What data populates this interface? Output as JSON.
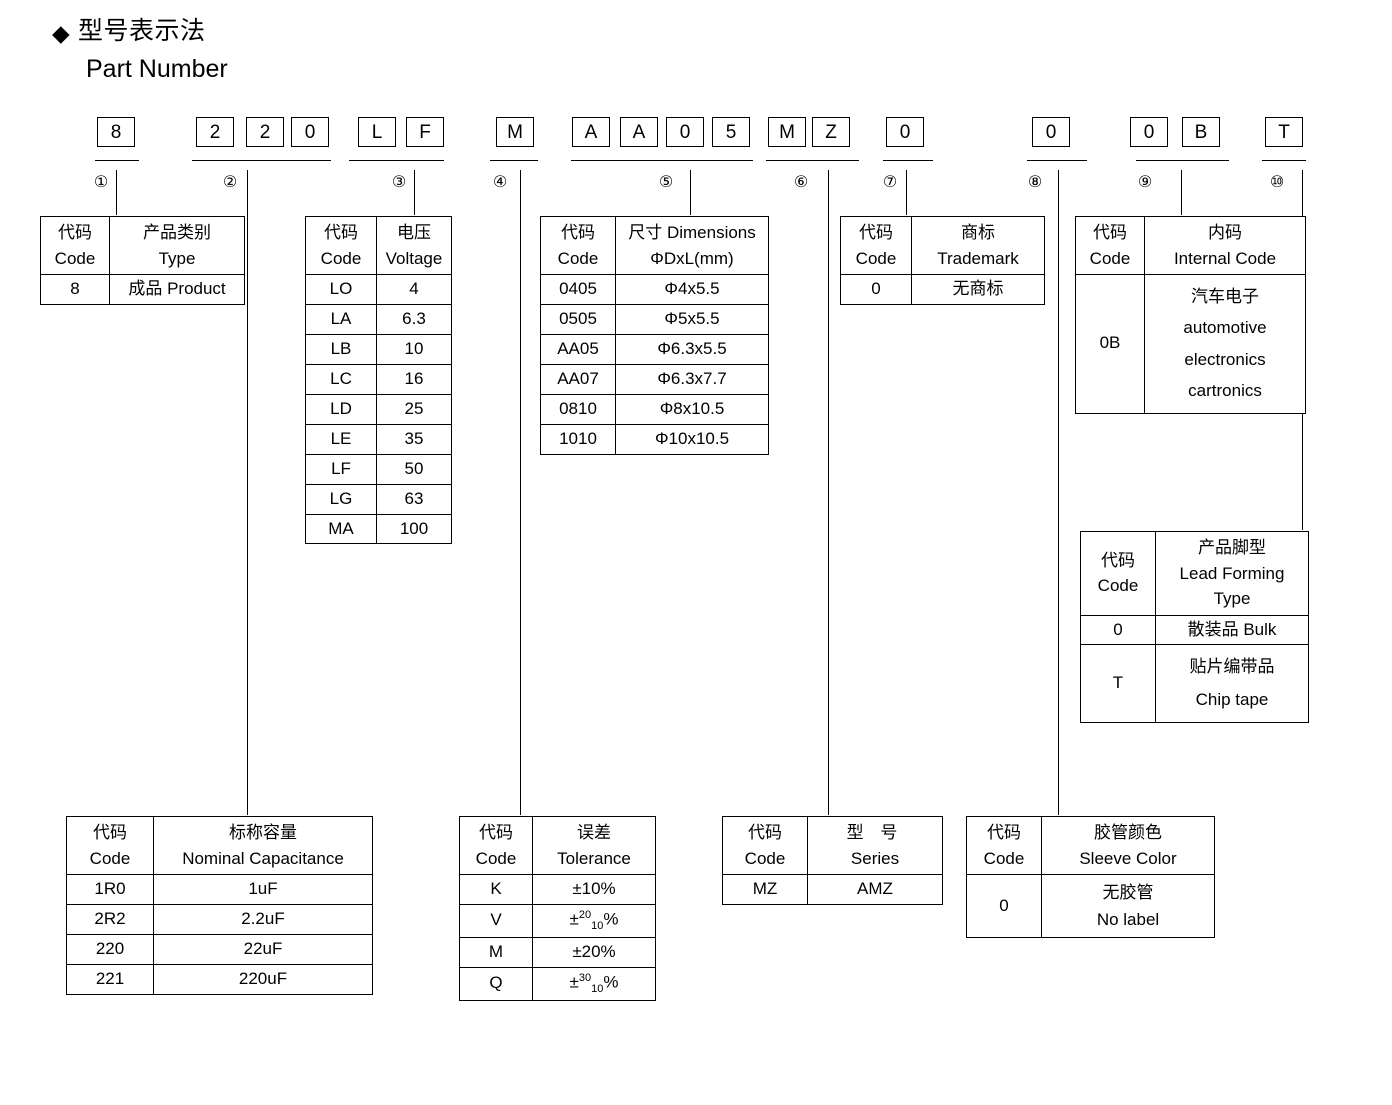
{
  "header": {
    "diamond": "◆",
    "title_cn": "型号表示法",
    "title_en": "Part Number"
  },
  "part_number": {
    "groups": [
      {
        "index": "①",
        "chars": [
          "8"
        ]
      },
      {
        "index": "②",
        "chars": [
          "2",
          "2",
          "0"
        ]
      },
      {
        "index": "③",
        "chars": [
          "L",
          "F"
        ]
      },
      {
        "index": "④",
        "chars": [
          "M"
        ]
      },
      {
        "index": "⑤",
        "chars": [
          "A",
          "A",
          "0",
          "5"
        ]
      },
      {
        "index": "⑥",
        "chars": [
          "M",
          "Z"
        ]
      },
      {
        "index": "⑦",
        "chars": [
          "0"
        ]
      },
      {
        "index": "⑧",
        "chars": [
          "0"
        ]
      },
      {
        "index": "⑨",
        "chars": [
          "0",
          "B"
        ]
      },
      {
        "index": "⑩",
        "chars": [
          "T"
        ]
      }
    ]
  },
  "labels": {
    "code_cn": "代码",
    "code_en": "Code"
  },
  "tables": {
    "type": {
      "header_cn": "产品类别",
      "header_en": "Type",
      "rows": [
        {
          "code": "8",
          "value": "成品 Product"
        }
      ]
    },
    "voltage": {
      "header_cn": "电压",
      "header_en": "Voltage",
      "rows": [
        {
          "code": "LO",
          "value": "4"
        },
        {
          "code": "LA",
          "value": "6.3"
        },
        {
          "code": "LB",
          "value": "10"
        },
        {
          "code": "LC",
          "value": "16"
        },
        {
          "code": "LD",
          "value": "25"
        },
        {
          "code": "LE",
          "value": "35"
        },
        {
          "code": "LF",
          "value": "50"
        },
        {
          "code": "LG",
          "value": "63"
        },
        {
          "code": "MA",
          "value": "100"
        }
      ]
    },
    "dimensions": {
      "header_cn": "尺寸 Dimensions",
      "header_en": "ΦDxL(mm)",
      "rows": [
        {
          "code": "0405",
          "value": "Φ4x5.5"
        },
        {
          "code": "0505",
          "value": "Φ5x5.5"
        },
        {
          "code": "AA05",
          "value": "Φ6.3x5.5"
        },
        {
          "code": "AA07",
          "value": "Φ6.3x7.7"
        },
        {
          "code": "0810",
          "value": "Φ8x10.5"
        },
        {
          "code": "1010",
          "value": "Φ10x10.5"
        }
      ]
    },
    "trademark": {
      "header_cn": "商标",
      "header_en": "Trademark",
      "rows": [
        {
          "code": "0",
          "value": "无商标"
        }
      ]
    },
    "internal_code": {
      "header_cn": "内码",
      "header_en": "Internal Code",
      "rows": [
        {
          "code": "0B",
          "line1": "汽车电子",
          "line2": "automotive",
          "line3": "electronics",
          "line4": "cartronics"
        }
      ]
    },
    "lead_forming": {
      "header_cn": "产品脚型",
      "header_en1": "Lead Forming",
      "header_en2": "Type",
      "rows": [
        {
          "code": "0",
          "line1": "散装品 Bulk",
          "line2": ""
        },
        {
          "code": "T",
          "line1": "贴片编带品",
          "line2": "Chip tape"
        }
      ]
    },
    "capacitance": {
      "header_cn": "标称容量",
      "header_en": "Nominal Capacitance",
      "rows": [
        {
          "code": "1R0",
          "value": "1uF"
        },
        {
          "code": "2R2",
          "value": "2.2uF"
        },
        {
          "code": "220",
          "value": "22uF"
        },
        {
          "code": "221",
          "value": "220uF"
        }
      ]
    },
    "tolerance": {
      "header_cn": "误差",
      "header_en": "Tolerance",
      "rows": [
        {
          "code": "K",
          "plain": "±10%",
          "sup": "",
          "sub": "",
          "tail": ""
        },
        {
          "code": "V",
          "plain": "±",
          "sup": "20",
          "sub": "10",
          "tail": "%"
        },
        {
          "code": "M",
          "plain": "±20%",
          "sup": "",
          "sub": "",
          "tail": ""
        },
        {
          "code": "Q",
          "plain": "±",
          "sup": "30",
          "sub": "10",
          "tail": "%"
        }
      ]
    },
    "series": {
      "header_cn": "型 号",
      "header_en": "Series",
      "rows": [
        {
          "code": "MZ",
          "value": "AMZ"
        }
      ]
    },
    "sleeve_color": {
      "header_cn": "胶管颜色",
      "header_en": "Sleeve Color",
      "rows": [
        {
          "code": "0",
          "line1": "无胶管",
          "line2": "No label"
        }
      ]
    }
  }
}
